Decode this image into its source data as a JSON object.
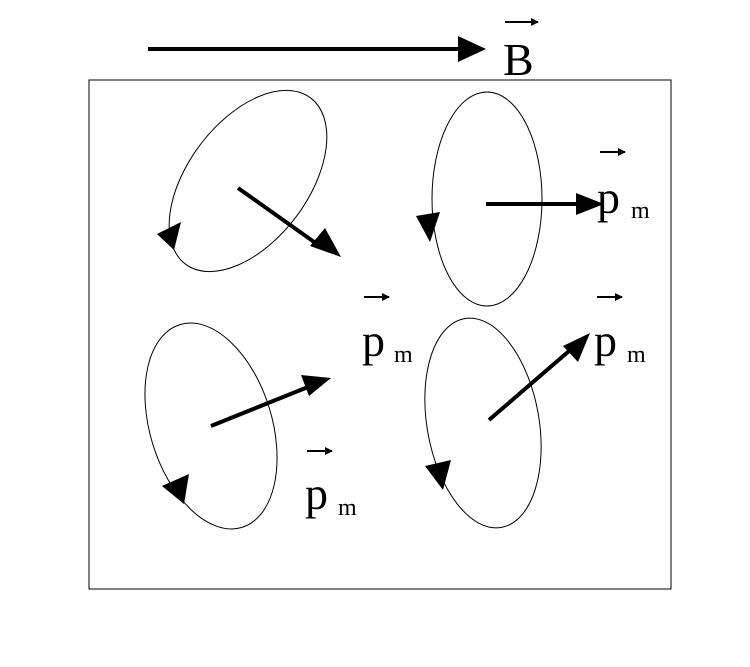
{
  "field": {
    "symbol": "B"
  },
  "moments": [
    {
      "symbol": "p",
      "subscript": "m"
    },
    {
      "symbol": "p",
      "subscript": "m"
    },
    {
      "symbol": "p",
      "subscript": "m"
    },
    {
      "symbol": "p",
      "subscript": "m"
    }
  ]
}
